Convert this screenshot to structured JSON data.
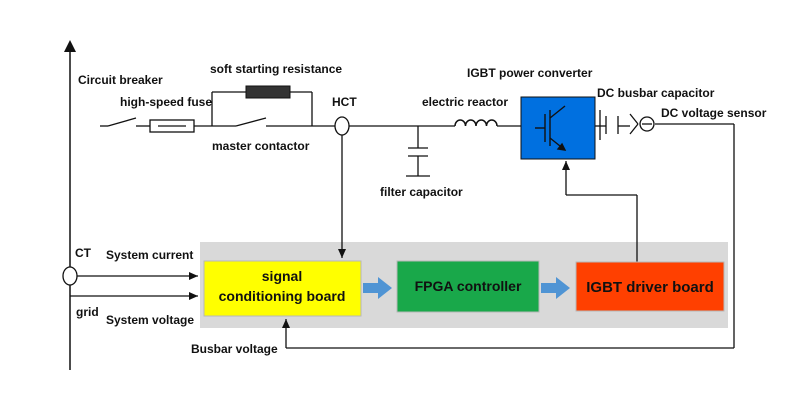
{
  "labels": {
    "circuit_breaker": "Circuit breaker",
    "high_speed_fuse": "high-speed fuse",
    "soft_starting_resistance": "soft starting resistance",
    "master_contactor": "master contactor",
    "hct": "HCT",
    "filter_capacitor": "filter capacitor",
    "electric_reactor": "electric reactor",
    "igbt_power_converter": "IGBT power converter",
    "dc_busbar_capacitor": "DC busbar capacitor",
    "dc_voltage_sensor": "DC voltage sensor",
    "ct": "CT",
    "grid": "grid",
    "system_current": "System current",
    "system_voltage": "System voltage",
    "busbar_voltage": "Busbar voltage"
  },
  "blocks": {
    "signal_line1": "signal",
    "signal_line2": "conditioning board",
    "fpga": "FPGA controller",
    "igbt_driver": "IGBT driver board"
  },
  "colors": {
    "signal_block": "#ffff00",
    "fpga_block": "#19a84a",
    "igbt_driver_block": "#ff4000",
    "igbt_converter": "#0070e0",
    "panel": "#d9d9d9",
    "block_arrow": "#4f94d4"
  }
}
